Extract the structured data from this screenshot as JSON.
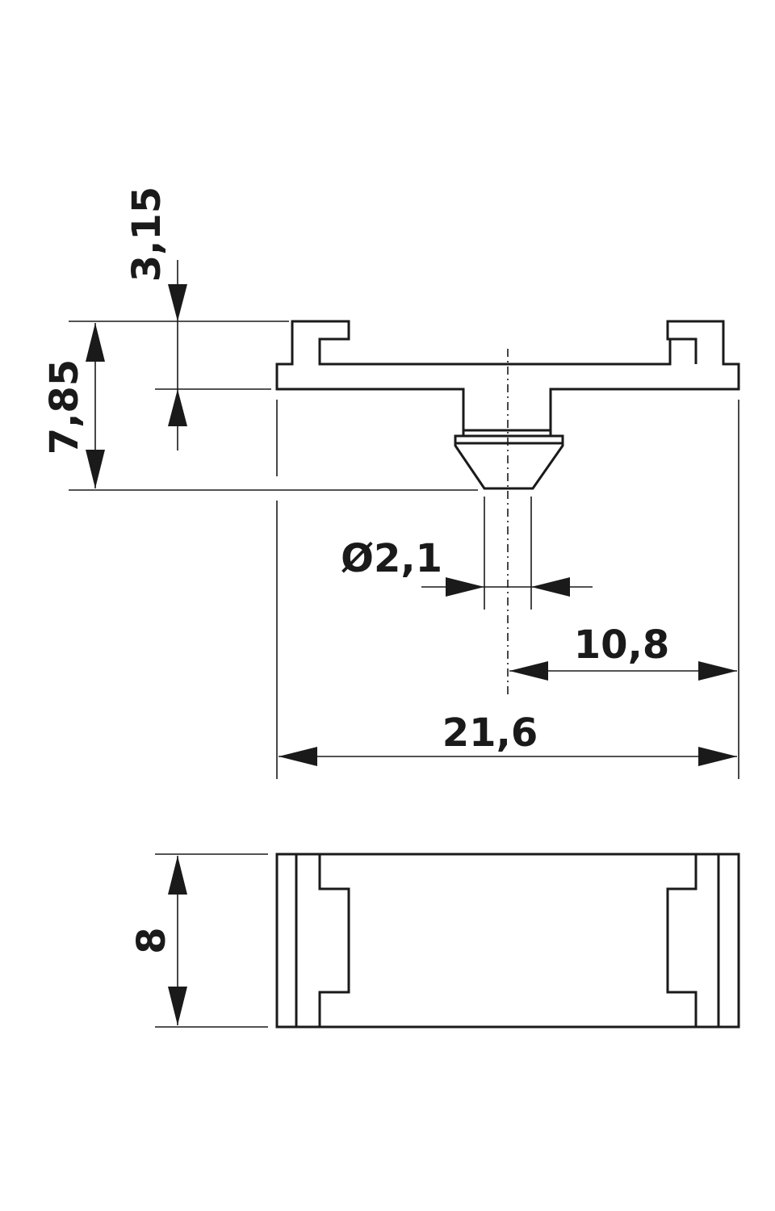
{
  "dimensions": {
    "height_total": "7,85",
    "flange_height": "3,15",
    "pin_diameter": "Ø2,1",
    "half_width": "10,8",
    "total_width": "21,6",
    "depth": "8"
  }
}
